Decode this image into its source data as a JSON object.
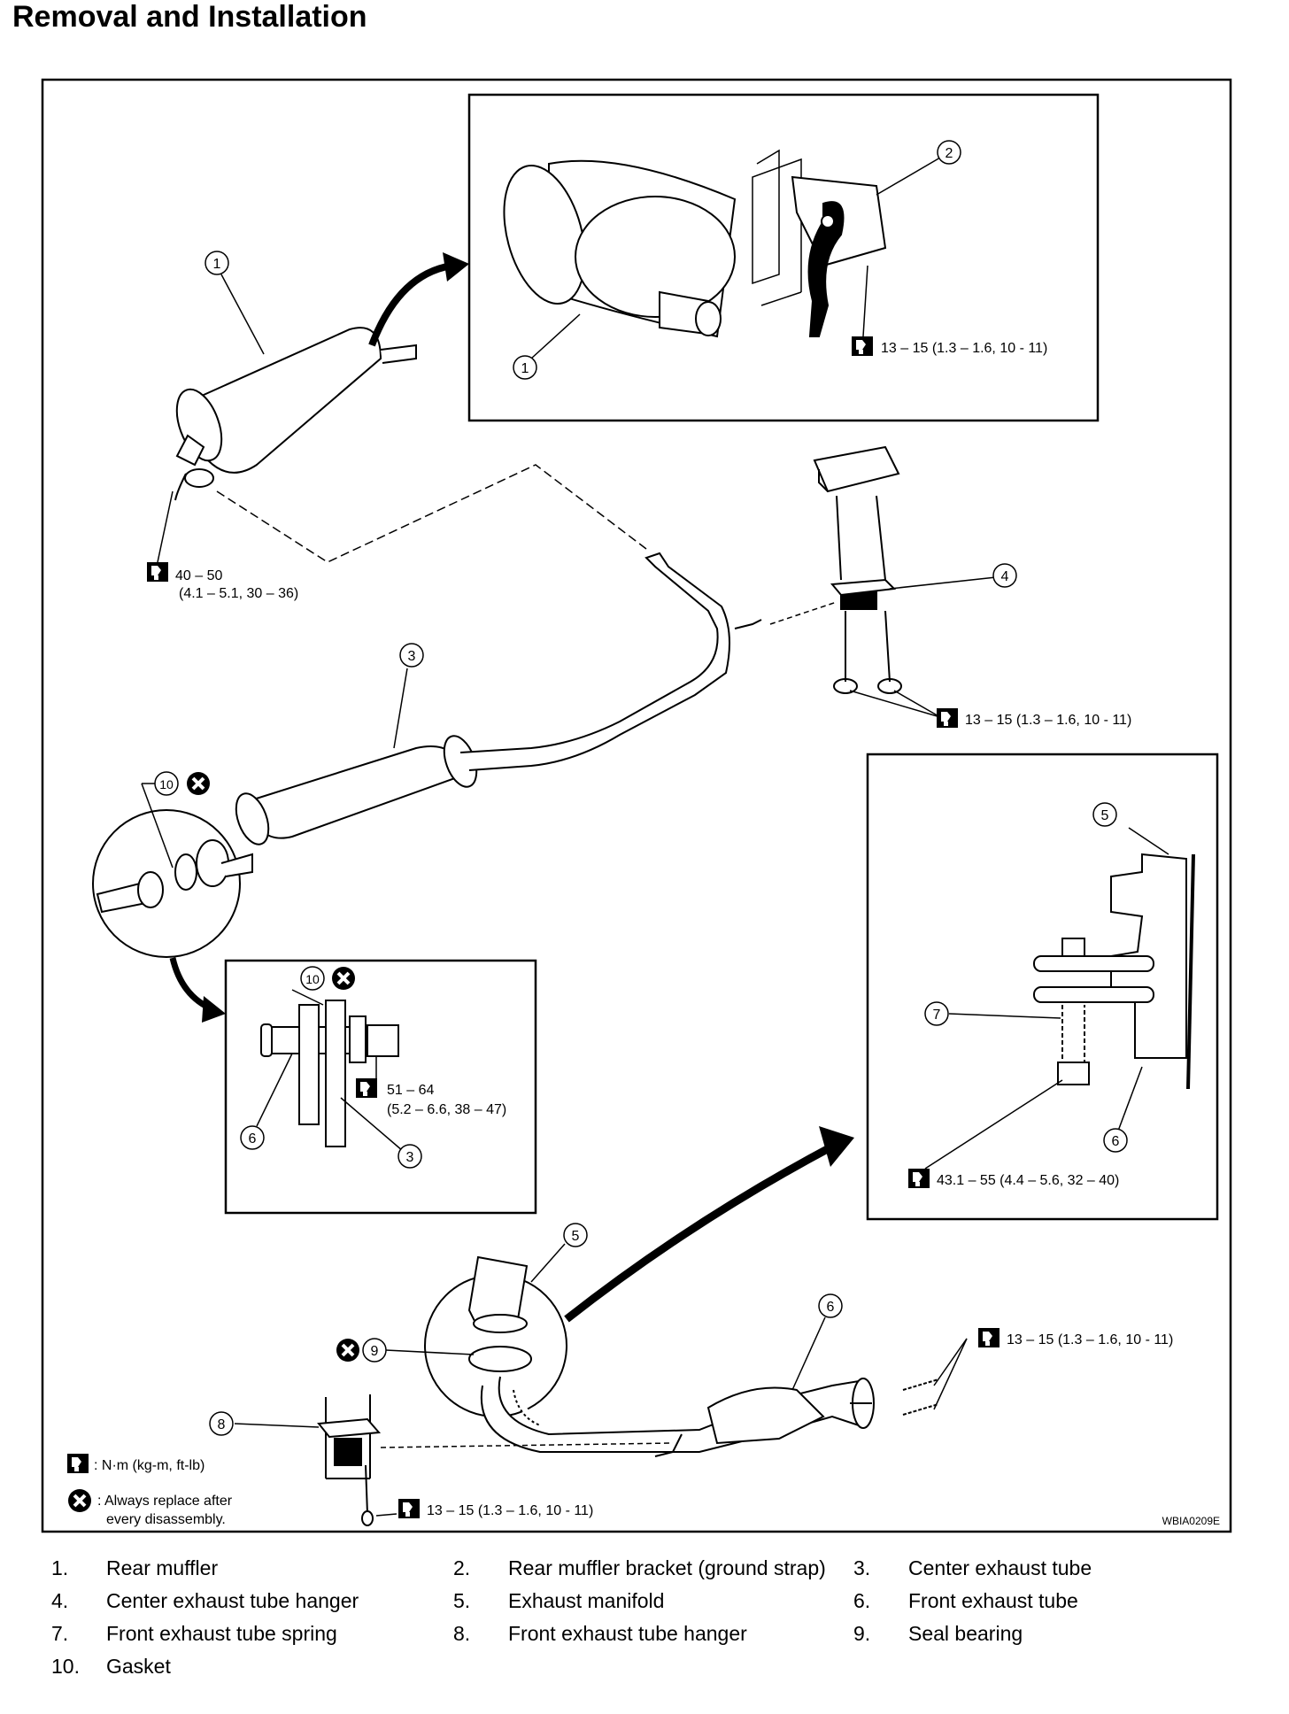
{
  "title": "Removal and Installation",
  "diagram": {
    "figure_id": "WBIA0209E",
    "callouts": {
      "c1_main": "1",
      "c1_detail": "1",
      "c2": "2",
      "c3_main": "3",
      "c3_detail": "3",
      "c4": "4",
      "c5_detail": "5",
      "c5_main": "5",
      "c6_detail_gasket": "6",
      "c6_detail_spring": "6",
      "c6_main": "6",
      "c7": "7",
      "c8": "8",
      "c9": "9",
      "c10_main": "10",
      "c10_detail": "10"
    },
    "torques": {
      "rear_bracket": "13 – 15 (1.3 – 1.6, 10 - 11)",
      "rear_clamp_line1": "40 – 50",
      "rear_clamp_line2": "(4.1 – 5.1, 30 – 36)",
      "center_hanger": "13 – 15 (1.3 – 1.6, 10 - 11)",
      "gasket_joint_line1": "51 – 64",
      "gasket_joint_line2": "(5.2 – 6.6, 38 – 47)",
      "manifold_spring": "43.1 – 55 (4.4 – 5.6, 32 – 40)",
      "front_flange": "13 – 15 (1.3 – 1.6, 10 - 11)",
      "front_hanger": "13 – 15 (1.3 – 1.6, 10 - 11)"
    },
    "key": {
      "torque_unit": ": N·m (kg-m, ft-lb)",
      "replace_line1": ": Always replace after",
      "replace_line2": "every disassembly."
    }
  },
  "parts": [
    {
      "num": "1.",
      "name": "Rear muffler"
    },
    {
      "num": "2.",
      "name": "Rear muffler bracket (ground strap)"
    },
    {
      "num": "3.",
      "name": "Center exhaust tube"
    },
    {
      "num": "4.",
      "name": "Center exhaust tube hanger"
    },
    {
      "num": "5.",
      "name": "Exhaust manifold"
    },
    {
      "num": "6.",
      "name": "Front exhaust tube"
    },
    {
      "num": "7.",
      "name": "Front exhaust tube spring"
    },
    {
      "num": "8.",
      "name": "Front exhaust tube hanger"
    },
    {
      "num": "9.",
      "name": "Seal bearing"
    },
    {
      "num": "10.",
      "name": "Gasket"
    }
  ]
}
